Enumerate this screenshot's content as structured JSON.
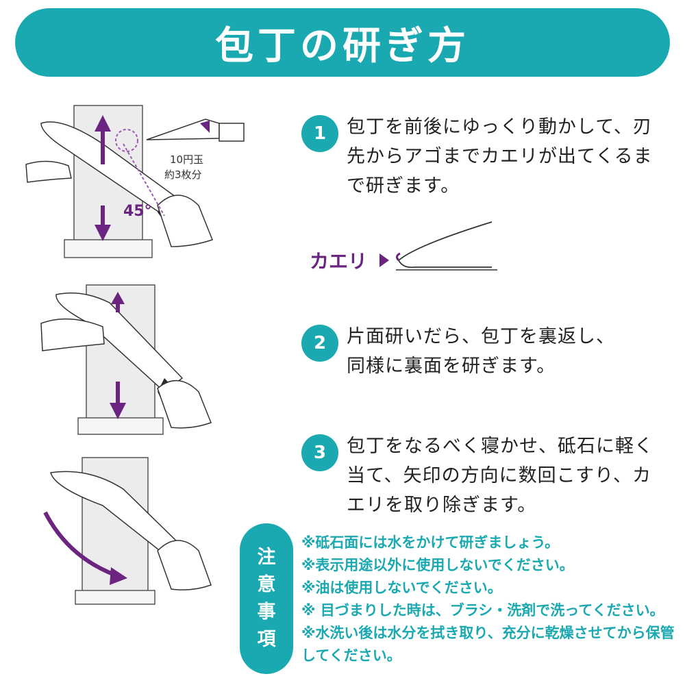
{
  "title": "包丁の研ぎ方",
  "illustration1": {
    "angle_label": "45°",
    "coin_label_line1": "10円玉",
    "coin_label_line2": "約3枚分"
  },
  "steps": [
    {
      "number": "1",
      "lines": [
        "包丁を前後にゆっくり動かして、刃",
        "先からアゴまでカエリが出てくるま",
        "で研ぎます。"
      ]
    },
    {
      "number": "2",
      "lines": [
        "片面研いだら、包丁を裏返し、",
        "同様に裏面を研ぎます。"
      ]
    },
    {
      "number": "3",
      "lines": [
        "包丁をなるべく寝かせ、砥石に軽く",
        "当て、矢印の方向に数回こすり、カ",
        "エリを取り除ぎます。"
      ]
    }
  ],
  "kaeri_label": "カエリ",
  "notice": {
    "tag": [
      "注",
      "意",
      "事",
      "項"
    ],
    "notes": [
      "※砥石面には水をかけて研ぎましょう。",
      "※表示用途以外に使用しないでください。",
      "※油は使用しないでください。",
      "※ 目づまりした時は、ブラシ・洗剤で洗ってください。",
      "※水洗い後は水分を拭き取り、充分に乾燥させてから保管してください。"
    ]
  },
  "colors": {
    "accent": "#1aa9b1",
    "arrow": "#6b2580",
    "text": "#222222"
  }
}
